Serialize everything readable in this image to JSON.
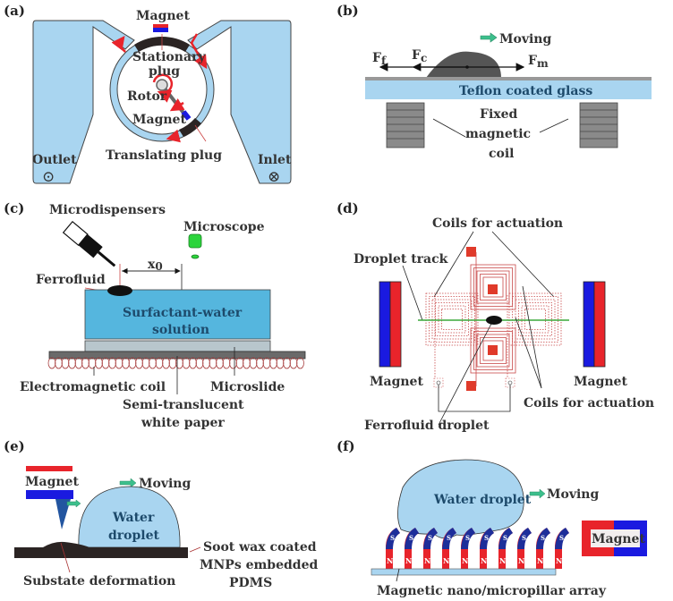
{
  "figure": {
    "panels": [
      {
        "id": "a",
        "label": "(a)"
      },
      {
        "id": "b",
        "label": "(b)"
      },
      {
        "id": "c",
        "label": "(c)"
      },
      {
        "id": "d",
        "label": "(d)"
      },
      {
        "id": "e",
        "label": "(e)"
      },
      {
        "id": "f",
        "label": "(f)"
      }
    ]
  },
  "panel_a": {
    "magnet_top": "Magnet",
    "stationary": "Stationary",
    "plug": "plug",
    "rotor": "Rotor",
    "magnet_rotor": "Magnet",
    "translating_plug": "Translating plug",
    "outlet": "Outlet",
    "inlet": "Inlet",
    "outlet_symbol": "⊙",
    "inlet_symbol": "⊗"
  },
  "panel_b": {
    "moving": "Moving",
    "ff": "F",
    "ff_sub": "f",
    "fc": "F",
    "fc_sub": "c",
    "fm": "F",
    "fm_sub": "m",
    "glass": "Teflon coated glass",
    "coil_1": "Fixed",
    "coil_2": "magnetic",
    "coil_3": "coil"
  },
  "panel_c": {
    "microdispensers": "Microdispensers",
    "microscope": "Microscope",
    "x0": "x",
    "x0_sub": "0",
    "ferrofluid": "Ferrofluid",
    "solution_1": "Surfactant-water",
    "solution_2": "solution",
    "em_coil": "Electromagnetic coil",
    "microslide": "Microslide",
    "paper_1": "Semi-translucent",
    "paper_2": "white paper"
  },
  "panel_d": {
    "coils_top": "Coils for actuation",
    "track": "Droplet track",
    "magnet_left": "Magnet",
    "magnet_right": "Magnet",
    "coils_bottom": "Coils for actuation",
    "ferrofluid_droplet": "Ferrofluid droplet"
  },
  "panel_e": {
    "magnet": "Magnet",
    "moving": "Moving",
    "water_1": "Water",
    "water_2": "droplet",
    "pdms_1": "Soot wax coated",
    "pdms_2": "MNPs embedded",
    "pdms_3": "PDMS",
    "deformation": "Substate deformation"
  },
  "panel_f": {
    "water": "Water droplet",
    "moving": "Moving",
    "magnet": "Magnet",
    "array": "Magnetic nano/micropillar array",
    "pole_n": "N",
    "pole_s": "S"
  },
  "colors": {
    "light_blue": "#a9d5f0",
    "red": "#e8242b",
    "blue": "#1a1ae0",
    "green_arrow": "#3cbf8c",
    "dark": "#333333",
    "coil_red": "#c94a4a"
  }
}
